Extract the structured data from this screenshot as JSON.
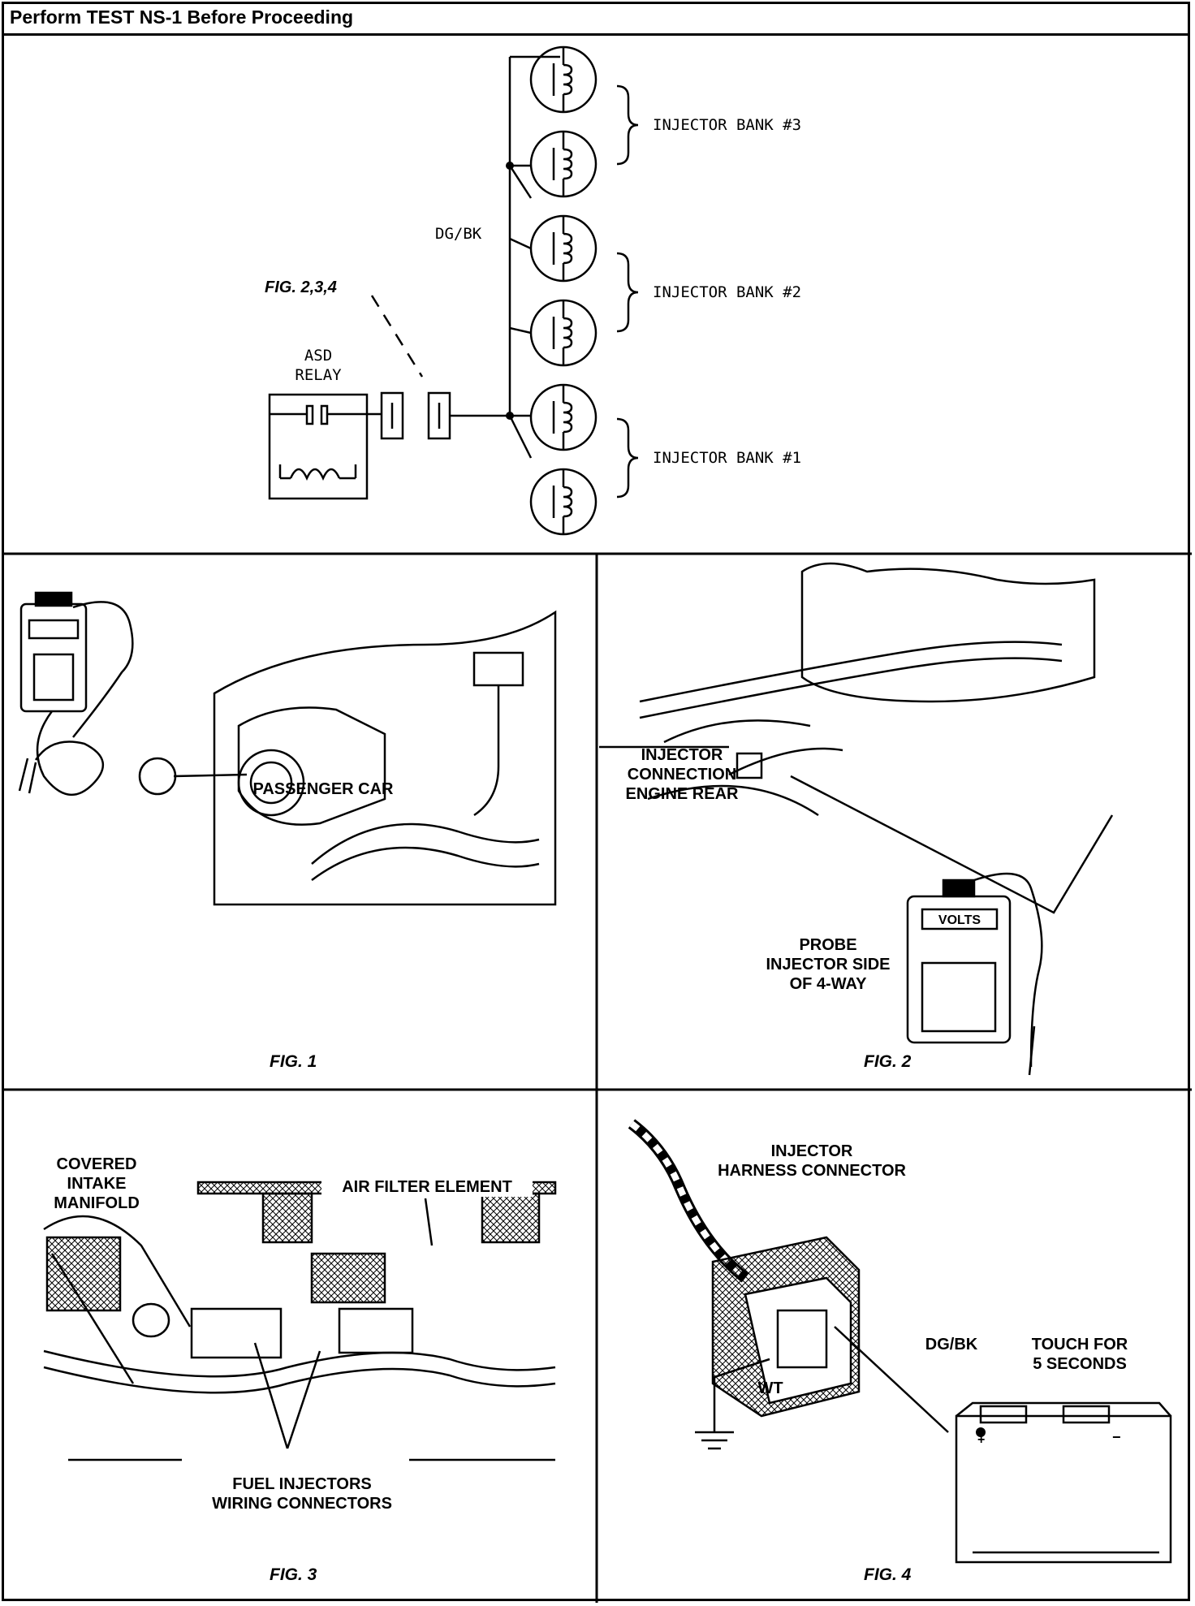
{
  "header": {
    "title": "Perform TEST NS-1 Before Proceeding"
  },
  "schematic": {
    "fig_ref": "FIG. 2,3,4",
    "wire": "DG/BK",
    "relay_label": [
      "ASD",
      "RELAY"
    ],
    "banks": [
      "INJECTOR BANK #3",
      "INJECTOR BANK #2",
      "INJECTOR BANK #1"
    ]
  },
  "fig1": {
    "caption": "PASSENGER CAR",
    "label": "FIG. 1"
  },
  "fig2": {
    "callout": [
      "INJECTOR",
      "CONNECTION",
      "ENGINE REAR"
    ],
    "probe": [
      "PROBE",
      "INJECTOR SIDE",
      "OF 4-WAY"
    ],
    "screen": "VOLTS",
    "label": "FIG. 2"
  },
  "fig3": {
    "manifold": [
      "COVERED",
      "INTAKE",
      "MANIFOLD"
    ],
    "filter": "AIR FILTER ELEMENT",
    "connectors": [
      "FUEL INJECTORS",
      "WIRING CONNECTORS"
    ],
    "label": "FIG. 3"
  },
  "fig4": {
    "connector": [
      "INJECTOR",
      "HARNESS CONNECTOR"
    ],
    "wire_dg": "DG/BK",
    "wire_wt": "WT",
    "touch": [
      "TOUCH FOR",
      "5 SECONDS"
    ],
    "label": "FIG. 4"
  }
}
